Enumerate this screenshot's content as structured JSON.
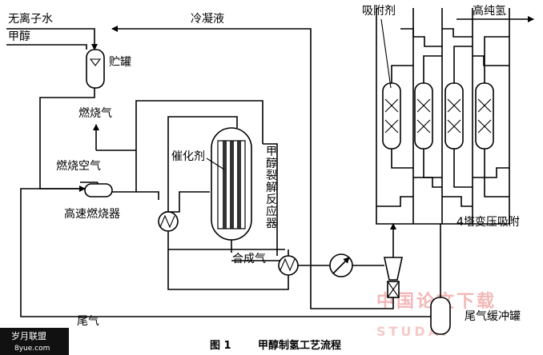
{
  "labels": {
    "deionized_water": "无离子水",
    "methanol": "甲醇",
    "condensate": "冷凝液",
    "adsorbent": "吸附剂",
    "high_purity_h2": "高纯氢",
    "storage_tank": "贮罐",
    "flue_gas": "燃烧气",
    "combustion_air": "燃烧空气",
    "catalyst": "催化剂",
    "reactor": "甲醇裂解反应器",
    "burner": "高速燃烧器",
    "syngas": "合成气",
    "psa": "4塔变压吸附",
    "tail_gas": "尾气",
    "tail_buffer": "尾气缓冲罐"
  },
  "caption": {
    "figure_no": "图 1",
    "title": "甲醇制氢工艺流程"
  },
  "watermark": {
    "text": "中国论文下载",
    "site": "STUDA."
  },
  "logo": {
    "name": "岁月联盟",
    "url": "8yue.com"
  }
}
